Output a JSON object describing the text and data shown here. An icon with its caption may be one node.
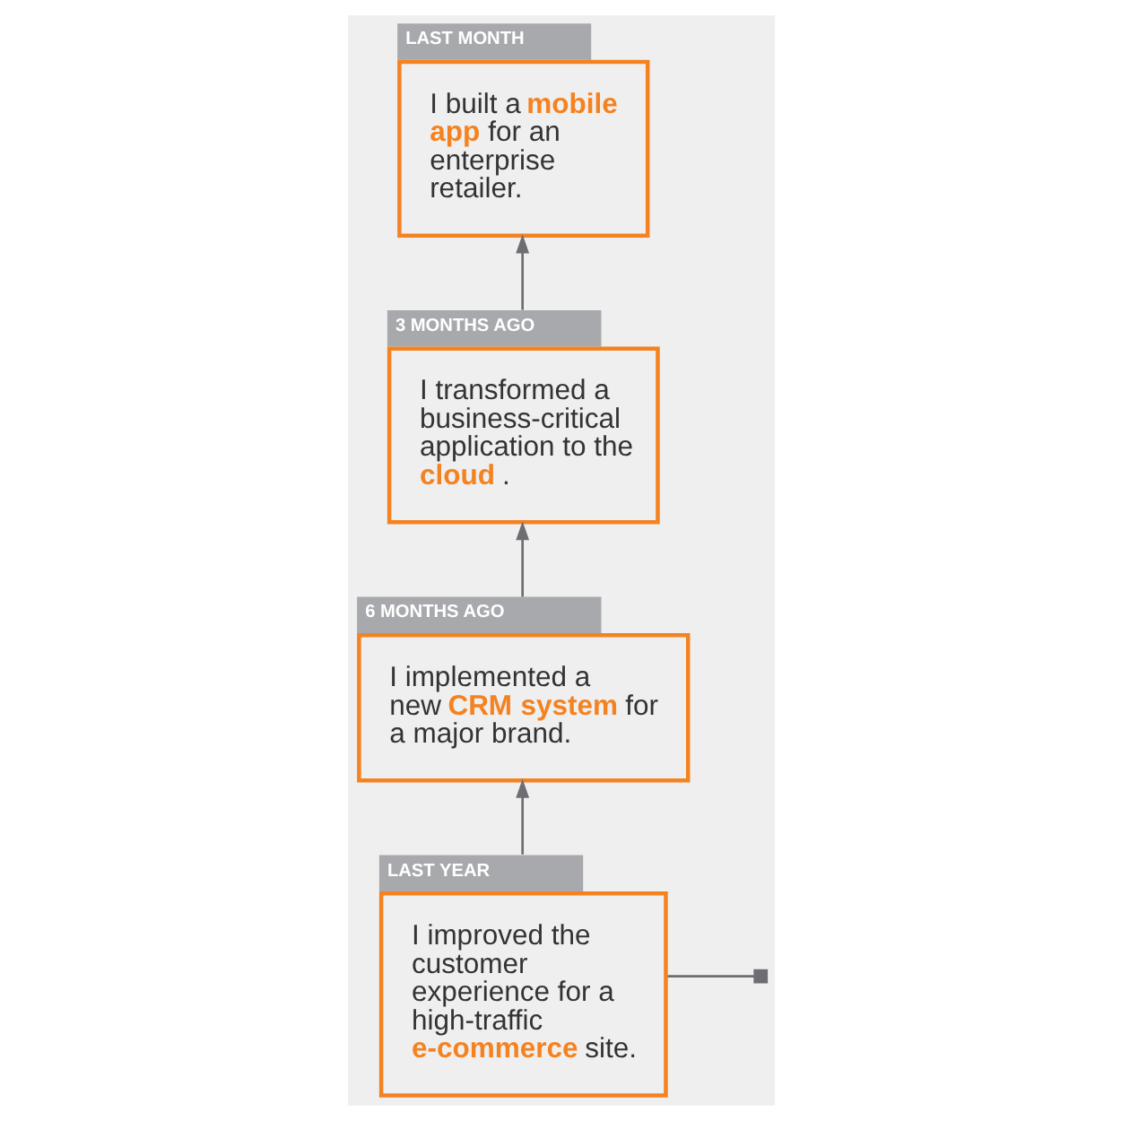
{
  "diagram": {
    "nodes": [
      {
        "text": [
          "LAST YEAR",
          "I improved the customer experience for a high-traffic **e-commerce** site."
        ]
      },
      {
        "text": [
          "6 MONTHS AGO",
          "I implemented a new **CRM system** for a major brand."
        ]
      },
      {
        "text": [
          "3 MONTHS AGO",
          "I transformed a business-critical application to the **cloud**."
        ]
      },
      {
        "text": [
          "LAST MONTH",
          "I built a **mobile app** for an enterprise retailer."
        ]
      },
      {
        "text": [],
        "shape": "box"
      }
    ],
    "edges": [
      {
        "from": 0,
        "to": 4,
        "arrow": "none"
      },
      {
        "from": 0,
        "to": 1,
        "arrow": "to"
      },
      {
        "from": 1,
        "to": 2,
        "arrow": "to"
      },
      {
        "from": 2,
        "to": 3,
        "arrow": "to"
      }
    ]
  }
}
